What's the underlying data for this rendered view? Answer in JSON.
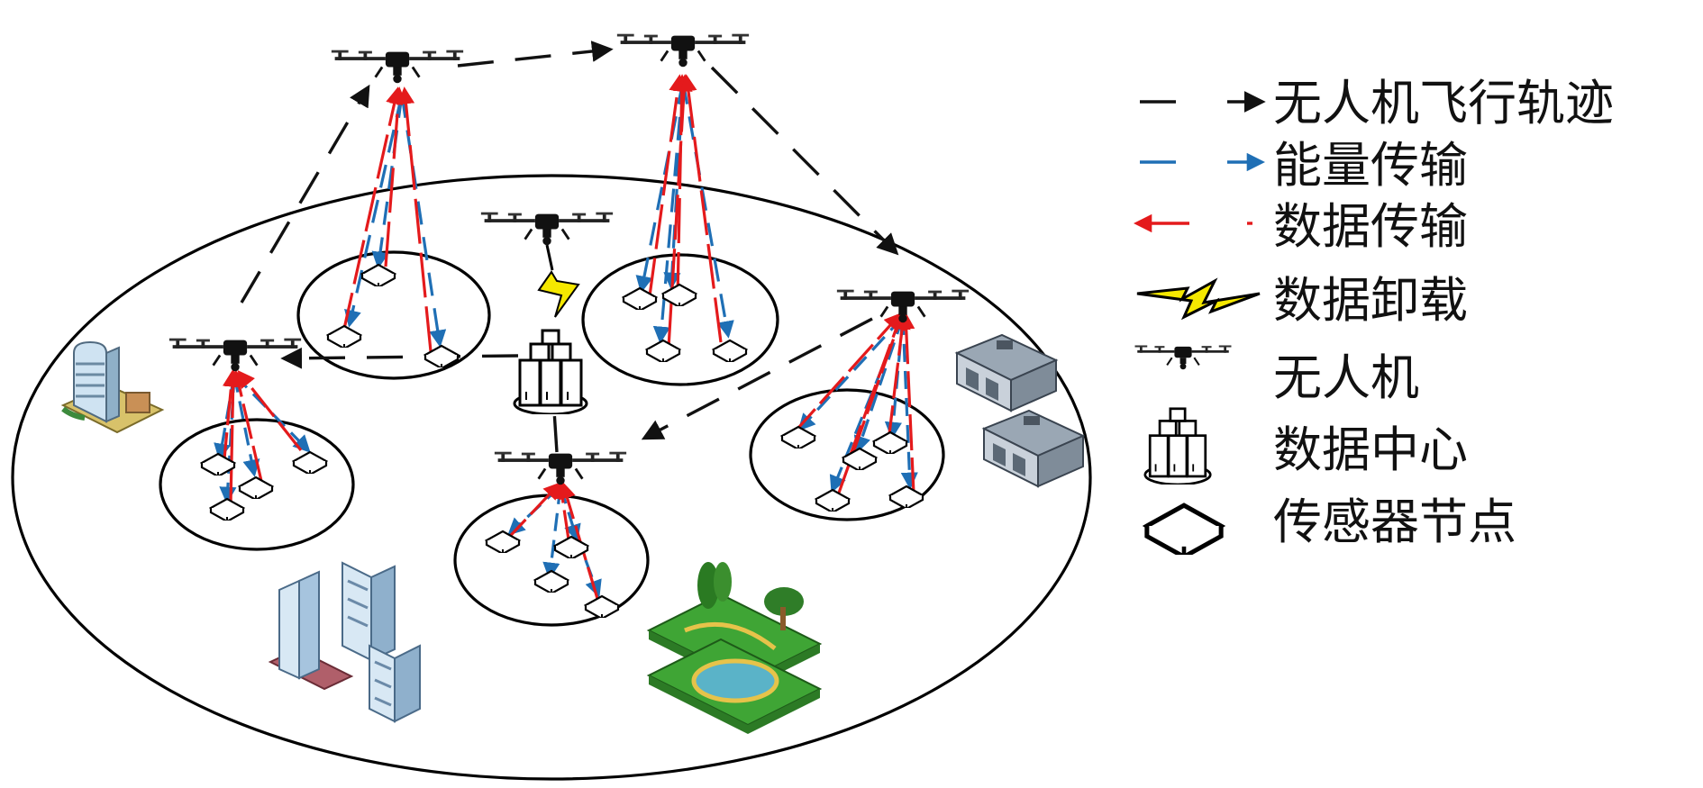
{
  "legend": {
    "items": [
      {
        "key": "uav-trajectory",
        "label": "无人机飞行轨迹"
      },
      {
        "key": "energy-transfer",
        "label": "能量传输"
      },
      {
        "key": "data-transfer",
        "label": "数据传输"
      },
      {
        "key": "data-offload",
        "label": "数据卸载"
      },
      {
        "key": "uav",
        "label": "无人机"
      },
      {
        "key": "data-center",
        "label": "数据中心"
      },
      {
        "key": "sensor-node",
        "label": "传感器节点"
      }
    ]
  },
  "colors": {
    "trajectory": "#111111",
    "energy": "#1f6fb5",
    "data": "#e41a1c",
    "offload": "#f5e800",
    "outline": "#000000"
  },
  "icons": {
    "uav": "drone-icon",
    "data_center": "server-rack-icon",
    "sensor": "sensor-node-icon",
    "buildings": [
      "office-building-icon",
      "warehouse-icon",
      "skyscraper-icon",
      "park-icon"
    ]
  }
}
